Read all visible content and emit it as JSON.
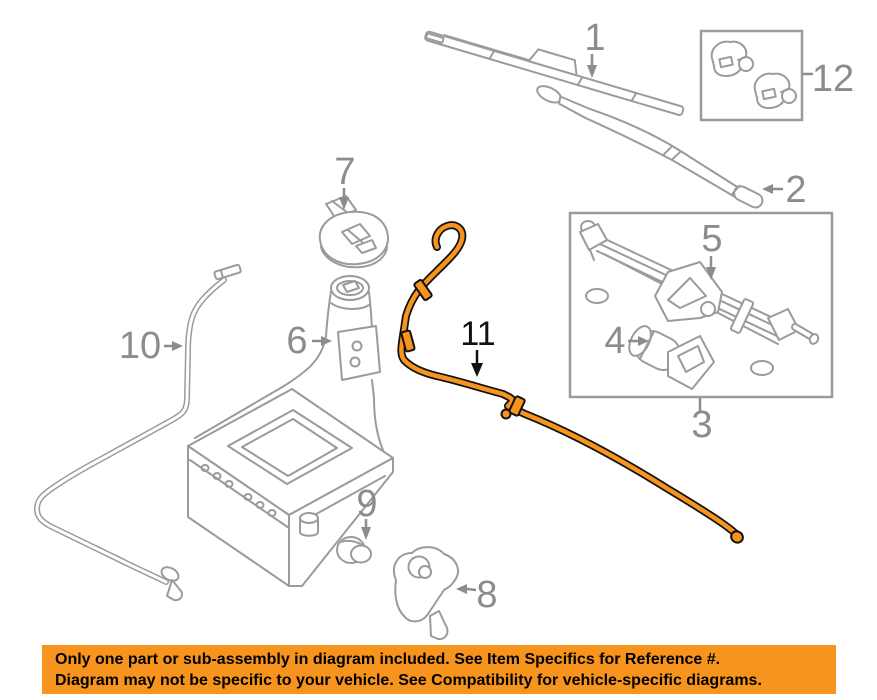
{
  "colors": {
    "background": "#ffffff",
    "line_art_gray": "#9b9b9b",
    "callout_gray": "#8c8c8c",
    "highlight_orange": "#f7941d",
    "highlight_outline": "#111111",
    "banner_background": "#f7941d",
    "banner_text": "#000000"
  },
  "callouts": {
    "c1": {
      "label": "1"
    },
    "c2": {
      "label": "2"
    },
    "c3": {
      "label": "3"
    },
    "c4": {
      "label": "4"
    },
    "c5": {
      "label": "5"
    },
    "c6": {
      "label": "6"
    },
    "c7": {
      "label": "7"
    },
    "c8": {
      "label": "8"
    },
    "c9": {
      "label": "9"
    },
    "c10": {
      "label": "10"
    },
    "c11": {
      "label": "11"
    },
    "c12": {
      "label": "12"
    }
  },
  "banner": {
    "line1": "Only one part or sub-assembly in diagram included. See Item Specifics for Reference #.",
    "line2": "Diagram may not be specific to your vehicle. See Compatibility for vehicle-specific diagrams."
  }
}
